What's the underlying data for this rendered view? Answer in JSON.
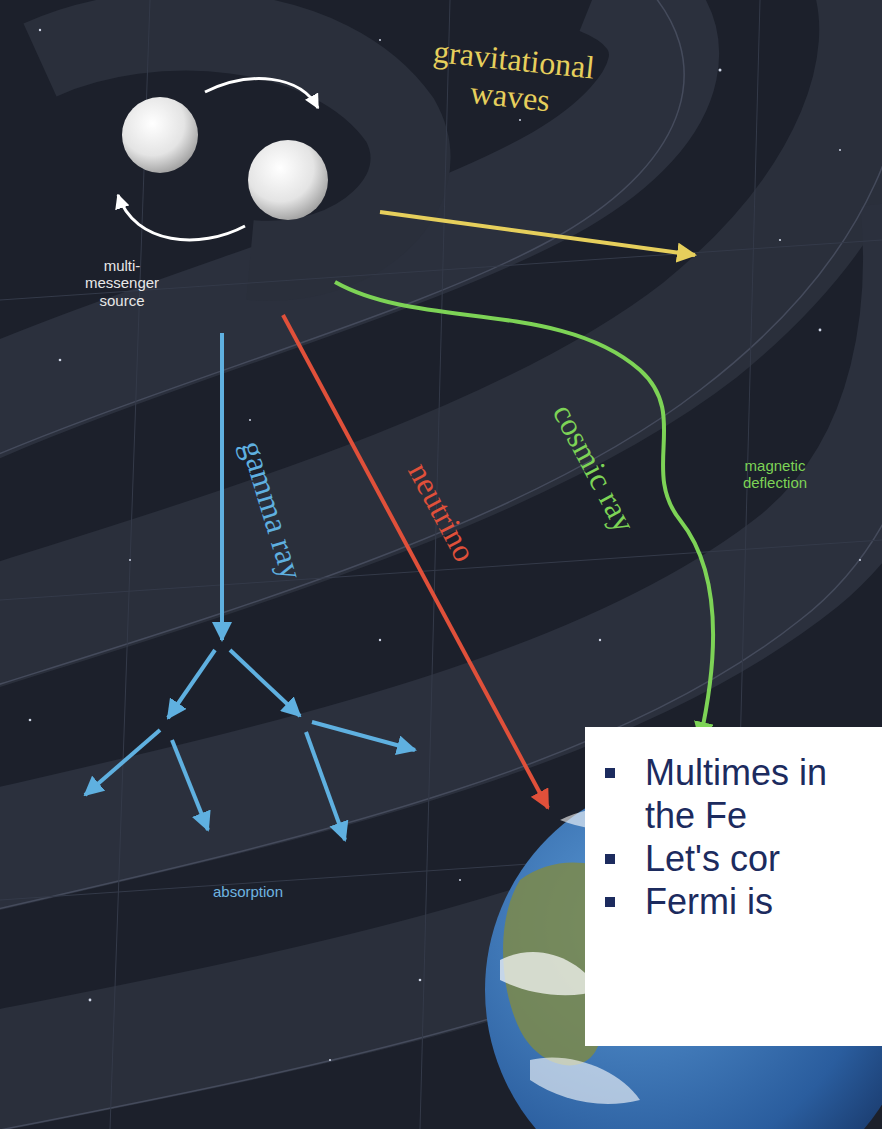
{
  "diagram": {
    "nodes": [
      {
        "text": [
          "Multimes in the Fe",
          "Let's cor",
          "Fermi is"
        ]
      }
    ],
    "labels": [
      "gravitational waves",
      "multi-messenger source",
      "gamma ray",
      "neutrino",
      "cosmic ray",
      "magnetic deflection",
      "absorption"
    ]
  }
}
